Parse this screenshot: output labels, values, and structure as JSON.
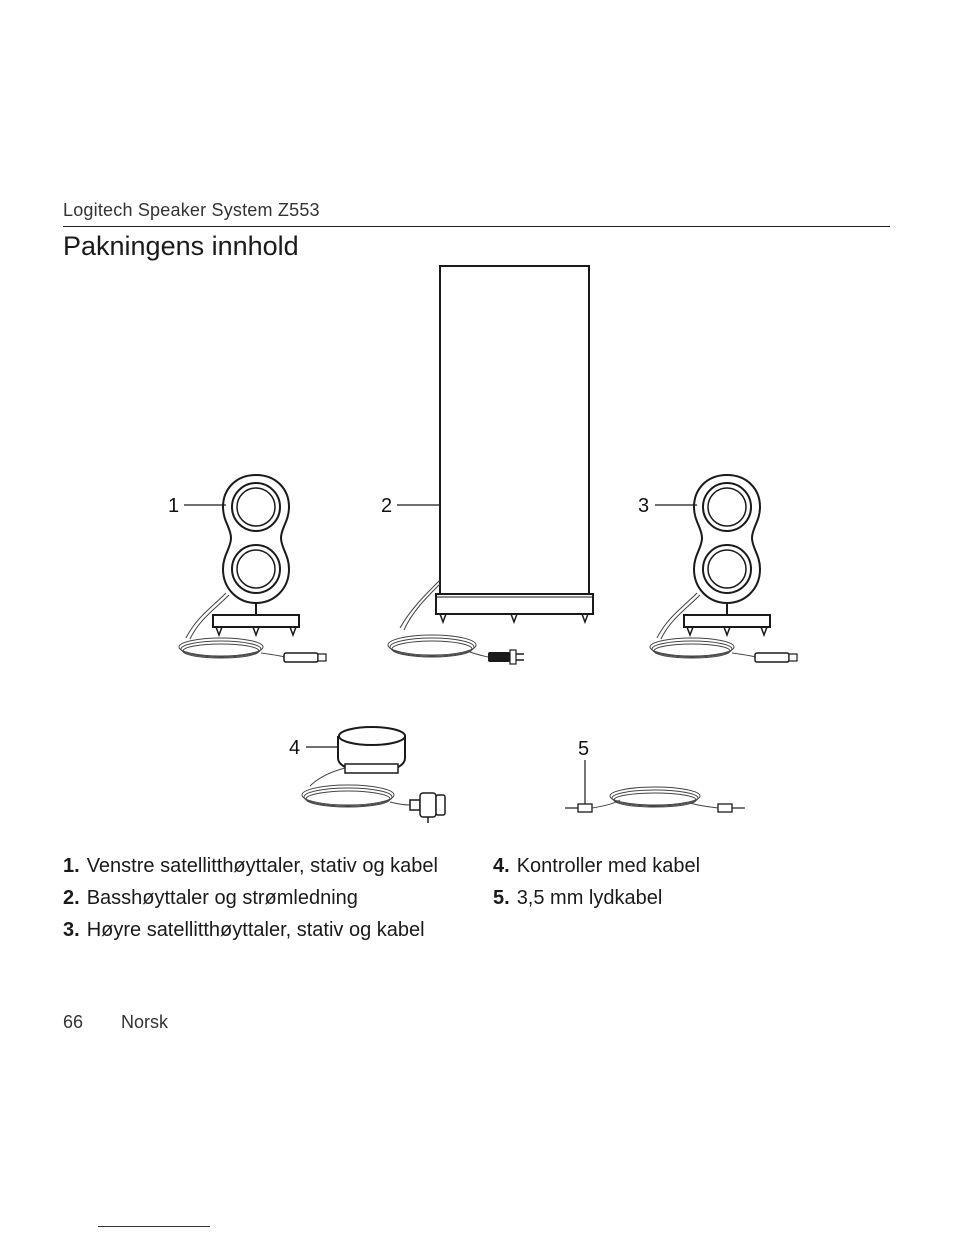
{
  "header": {
    "product": "Logitech Speaker System Z553",
    "title": "Pakningens innhold"
  },
  "callouts": [
    "1",
    "2",
    "3",
    "4",
    "5"
  ],
  "items": [
    {
      "num": "1.",
      "text": "Venstre satellitthøyttaler, stativ og kabel"
    },
    {
      "num": "2.",
      "text": "Basshøyttaler og strømledning"
    },
    {
      "num": "3.",
      "text": "Høyre satellitthøyttaler, stativ og kabel"
    },
    {
      "num": "4.",
      "text": "Kontroller med kabel"
    },
    {
      "num": "5.",
      "text": "3,5 mm lydkabel"
    }
  ],
  "footer": {
    "page_number": "66",
    "language": "Norsk"
  }
}
